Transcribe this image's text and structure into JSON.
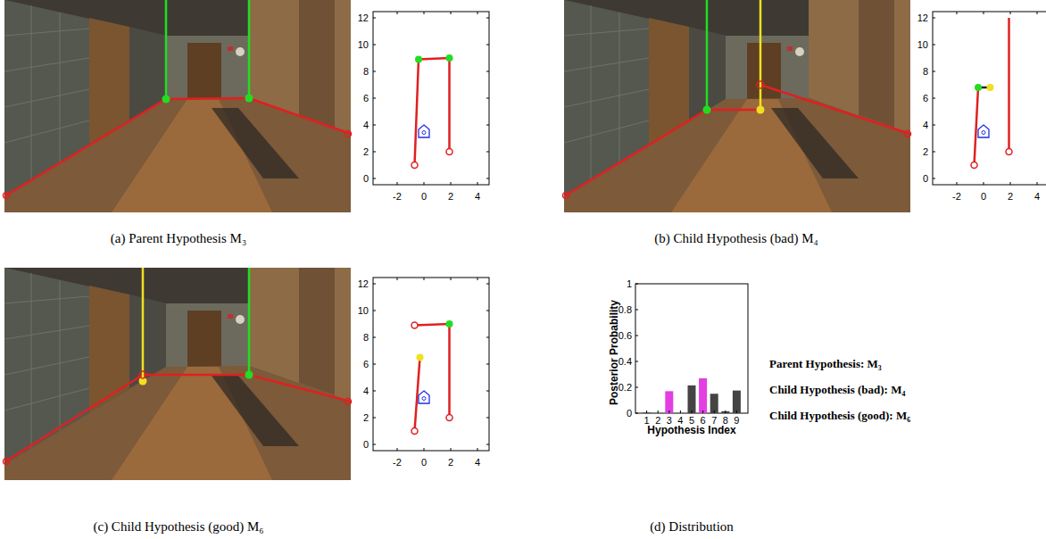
{
  "diagram": {
    "labels": [
      "12",
      "10",
      "8",
      "6",
      "4",
      "2",
      "0",
      "-2",
      "0",
      "2",
      "4",
      "12",
      "10",
      "8",
      "6",
      "4",
      "2",
      "0",
      "-2",
      "0",
      "2",
      "4",
      "(a) Parent Hypothesis M₃",
      "(b) Child Hypothesis (bad) M₄",
      "12",
      "10",
      "8",
      "6",
      "4",
      "2",
      "0",
      "-2",
      "0",
      "2",
      "4",
      "1",
      "0.8",
      "0.6",
      "0.4",
      "0.2",
      "0",
      "1",
      "2",
      "3",
      "4",
      "5",
      "6",
      "7",
      "8",
      "9",
      "Posterior Probability",
      "Hypothesis Index",
      "Parent Hypothesis: M₃",
      "Child Hypothesis (bad): M₄",
      "Child Hypothesis (good): M₆",
      "(c) Child Hypothesis (good) M₆",
      "(d) Distribution"
    ]
  }
}
